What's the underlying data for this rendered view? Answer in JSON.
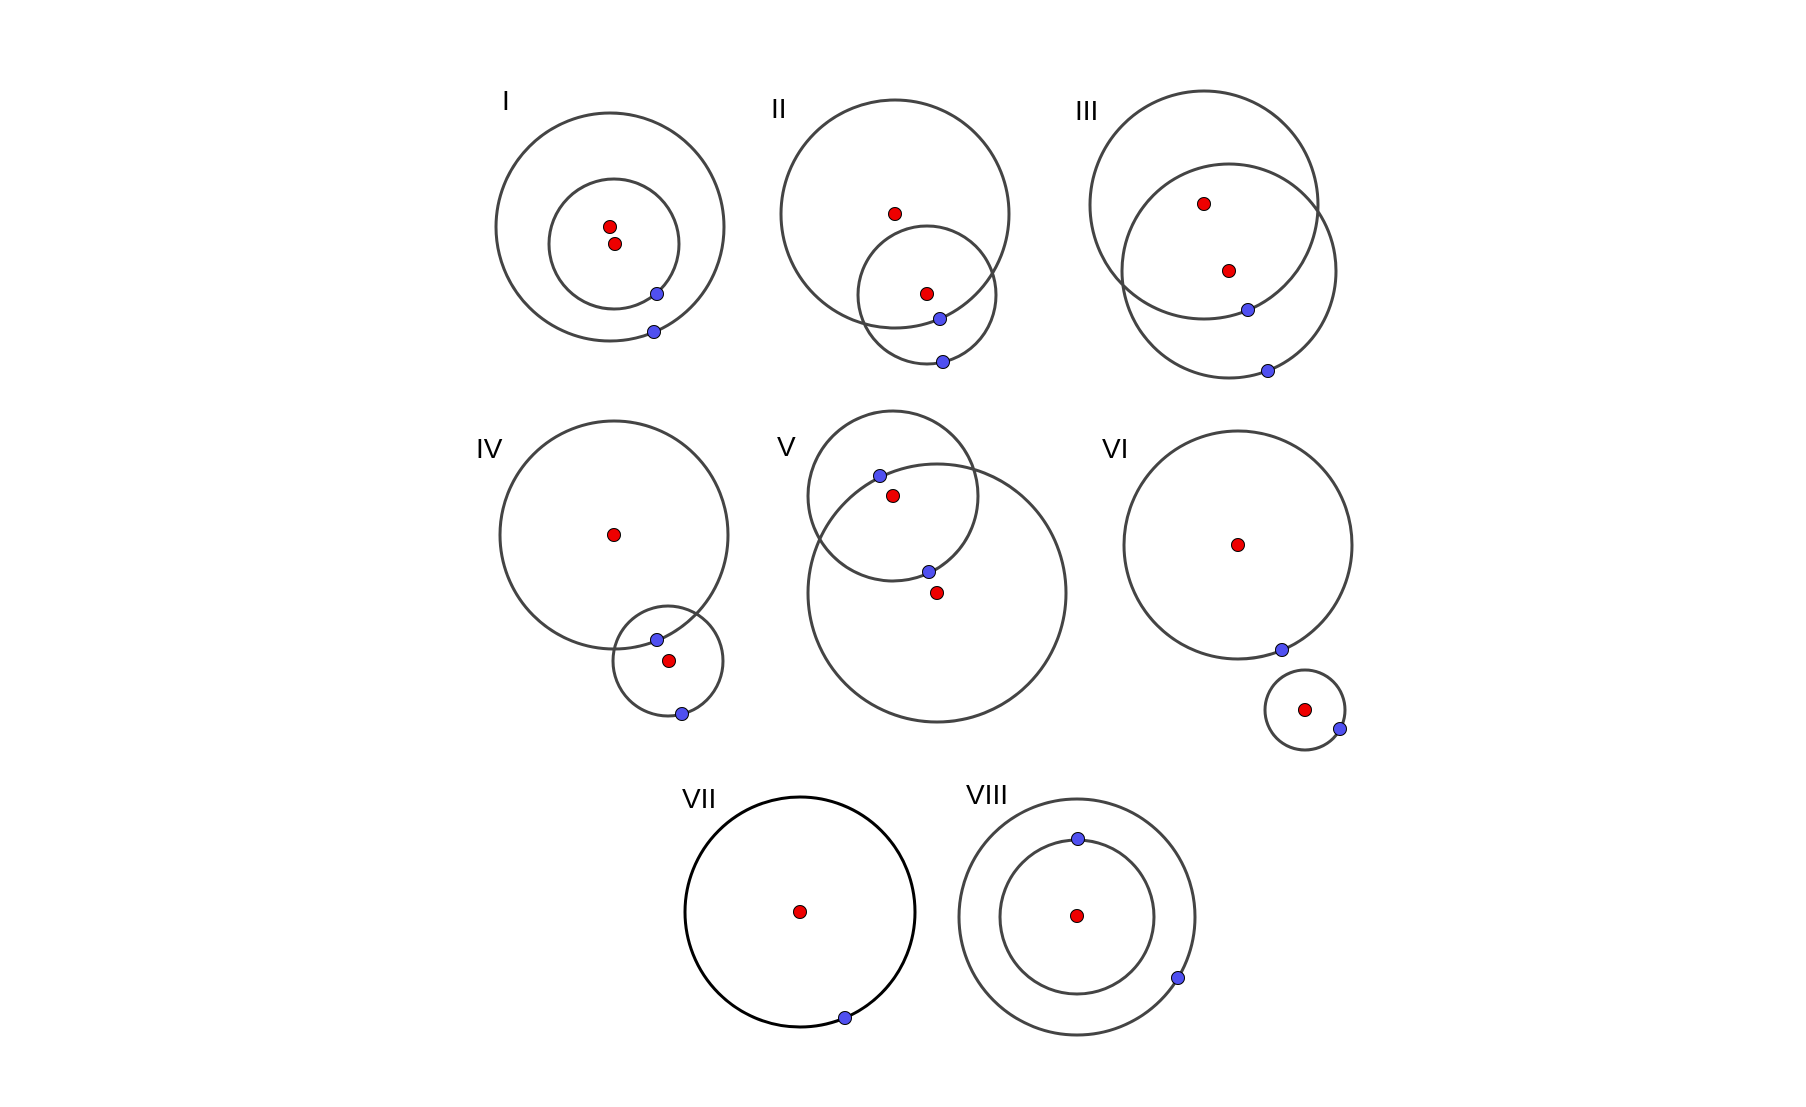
{
  "colors": {
    "circle_stroke": "#444444",
    "circle_stroke_bold": "#000000",
    "center_point": "#ee0000",
    "circumference_point": "#5050f0",
    "background": "#ffffff"
  },
  "panels": [
    {
      "label": "I"
    },
    {
      "label": "II"
    },
    {
      "label": "III"
    },
    {
      "label": "IV"
    },
    {
      "label": "V"
    },
    {
      "label": "VI"
    },
    {
      "label": "VII"
    },
    {
      "label": "VIII"
    }
  ]
}
